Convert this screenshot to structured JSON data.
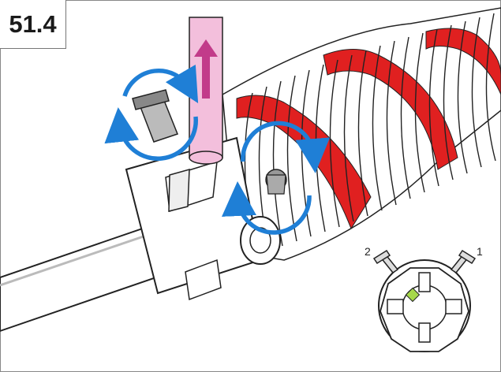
{
  "step": {
    "label": "51.4"
  },
  "detail": {
    "marker_1": "1",
    "marker_2": "2"
  },
  "colors": {
    "spring_stripe": "#e02020",
    "arrow_blue": "#1f7fd6",
    "lift_arrow": "#c23b8a",
    "pole": "#f3bfdc",
    "marker_green": "#a6d84a"
  },
  "icons": [
    "rotate-arrow-icon",
    "lift-arrow-icon"
  ]
}
